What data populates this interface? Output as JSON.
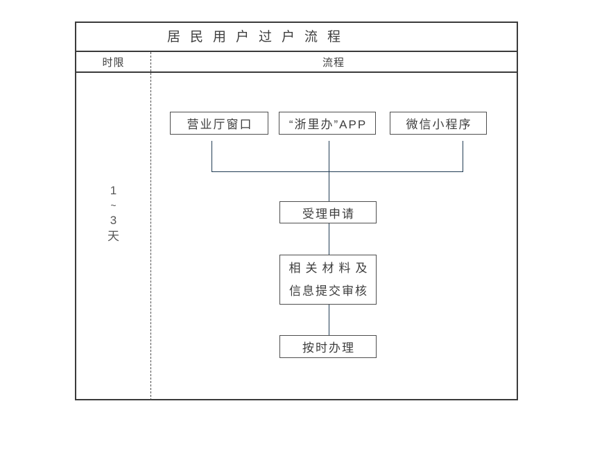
{
  "title": "居民用户过户流程",
  "columns": {
    "time": "时限",
    "process": "流程"
  },
  "duration": {
    "parts": [
      "1",
      "~",
      "3",
      "天"
    ]
  },
  "channels": [
    {
      "label": "营业厅窗口"
    },
    {
      "label": "“浙里办”APP"
    },
    {
      "label": "微信小程序"
    }
  ],
  "steps": {
    "accept": "受理申请",
    "review_line1": "相关材料及",
    "review_line2": "信息提交审核",
    "complete": "按时办理"
  },
  "colors": {
    "table_border": "#3a3a3a",
    "box_border": "#4d4d4d",
    "connector_line": "#1f3a52",
    "text": "#3d3d3d"
  }
}
